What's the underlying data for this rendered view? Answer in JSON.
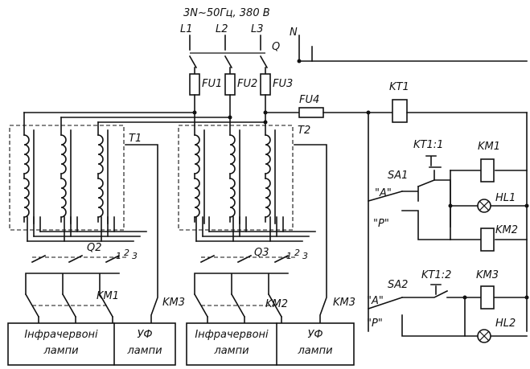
{
  "supply": "3N~50Гц, 380 В",
  "phases": [
    "L1",
    "L2",
    "L3"
  ],
  "neutral": "N",
  "switch_main": "Q",
  "fuses": [
    "FU1",
    "FU2",
    "FU3"
  ],
  "fuse_control": "FU4",
  "transformers": [
    "T1",
    "T2"
  ],
  "switches_tap": [
    "Q2",
    "Q3"
  ],
  "tap_positions": [
    "1",
    "2",
    "3"
  ],
  "contactors": [
    "KM1",
    "KM2",
    "KM3"
  ],
  "relay": "KT1",
  "relay_contacts": [
    "KT1:1",
    "KT1:2"
  ],
  "selectors": [
    "SA1",
    "SA2"
  ],
  "selector_positions": [
    "\"A\"",
    "\"P\""
  ],
  "lamps_indicator": [
    "HL1",
    "HL2"
  ],
  "loads": {
    "ir": [
      "Інфрачервоні",
      "лампи"
    ],
    "uv": [
      "УФ",
      "лампи"
    ]
  }
}
